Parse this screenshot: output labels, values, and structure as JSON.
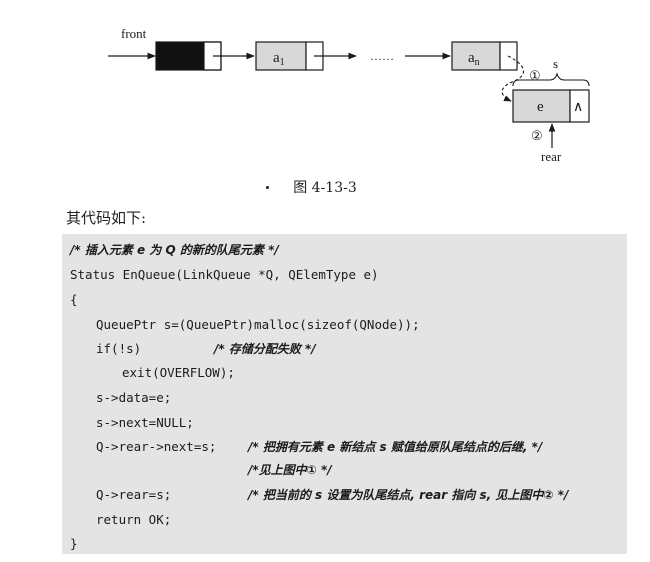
{
  "figure": {
    "front_label": "front",
    "node_a1_text": "a",
    "node_a1_sub": "1",
    "ellipsis": "……",
    "node_an_text": "a",
    "node_an_sub": "n",
    "s_label": "s",
    "node_e_text": "e",
    "null_symbol": "∧",
    "marker_1": "①",
    "marker_2": "②",
    "rear_label": "rear"
  },
  "caption": "图 4-13-3",
  "intro": "其代码如下:",
  "code": {
    "line1": "/* 插入元素 e 为 Q 的新的队尾元素 */",
    "line2": "Status EnQueue(LinkQueue *Q, QElemType e)",
    "line3": "{",
    "line4": "QueuePtr s=(QueuePtr)malloc(sizeof(QNode));",
    "line5_code": "if(!s)",
    "line5_comment": "/* 存储分配失败 */",
    "line6": "exit(OVERFLOW);",
    "line7": "s->data=e;",
    "line8": "s->next=NULL;",
    "line9_code": "Q->rear->next=s;",
    "line9_comment": "/* 把拥有元素 e 新结点 s 赋值给原队尾结点的后继, */",
    "line10_comment": "/*见上图中① */",
    "line11_code": "Q->rear=s;",
    "line11_comment": "/* 把当前的 s 设置为队尾结点, rear 指向 s, 见上图中② */",
    "line12": "return OK;",
    "line13": "}"
  }
}
